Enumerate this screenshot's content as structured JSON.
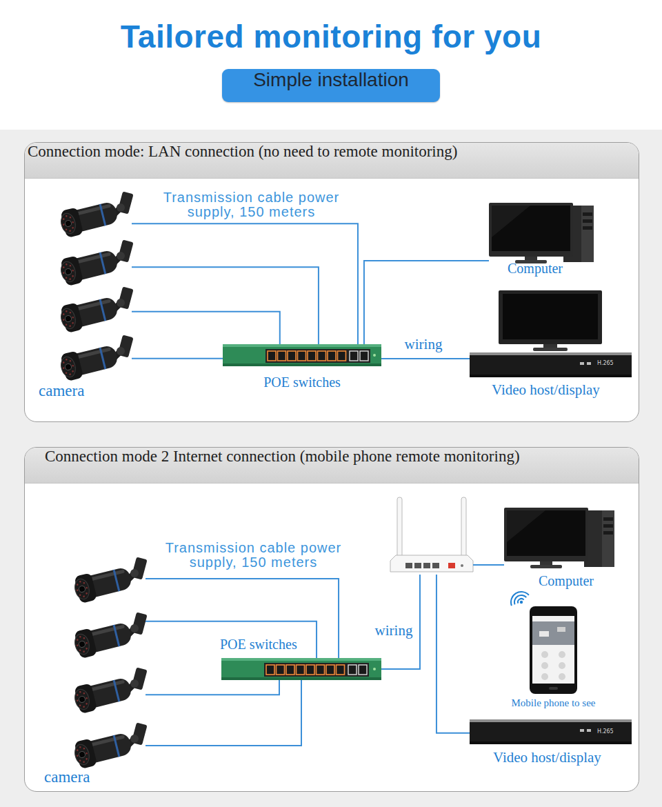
{
  "diagram": {
    "title": "Tailored monitoring for you",
    "nodes": [
      {
        "text": [
          "Simple installation"
        ]
      },
      {
        "text": [
          "Connection mode: LAN connection (no need to remote monitoring)"
        ]
      },
      {
        "text": [],
        "in": 1
      },
      {
        "text": [],
        "in": 1
      },
      {
        "text": [],
        "in": 1
      },
      {
        "text": [
          "camera"
        ],
        "in": 1
      },
      {
        "text": [
          "POE switches"
        ],
        "in": 1
      },
      {
        "text": [
          "Computer"
        ],
        "in": 1
      },
      {
        "text": [
          "Video host/display"
        ],
        "in": 1
      },
      {
        "text": [
          "Connection mode 2 Internet connection (mobile phone remote monitoring)"
        ]
      },
      {
        "text": [],
        "in": 9
      },
      {
        "text": [],
        "in": 9
      },
      {
        "text": [],
        "in": 9
      },
      {
        "text": [
          "camera"
        ],
        "in": 9
      },
      {
        "text": [
          "POE switches"
        ],
        "in": 9
      },
      {
        "text": [],
        "in": 9
      },
      {
        "text": [
          "Computer"
        ],
        "in": 9
      },
      {
        "text": [
          "Mobile phone to see"
        ],
        "in": 9
      },
      {
        "text": [
          "Video host/display"
        ],
        "in": 9
      }
    ],
    "edges": [
      {
        "from": 2,
        "to": 6,
        "arrow": "none",
        "label": "Transmission cable power supply, 150 meters"
      },
      {
        "from": 3,
        "to": 6,
        "arrow": "none"
      },
      {
        "from": 4,
        "to": 6,
        "arrow": "none"
      },
      {
        "from": 5,
        "to": 6,
        "arrow": "none"
      },
      {
        "from": 6,
        "to": 7,
        "arrow": "none"
      },
      {
        "from": 6,
        "to": 8,
        "arrow": "none",
        "label": "wiring"
      },
      {
        "from": 10,
        "to": 14,
        "arrow": "none",
        "label": "Transmission cable power supply, 150 meters"
      },
      {
        "from": 11,
        "to": 14,
        "arrow": "none"
      },
      {
        "from": 12,
        "to": 14,
        "arrow": "none"
      },
      {
        "from": 13,
        "to": 14,
        "arrow": "none"
      },
      {
        "from": 14,
        "to": 15,
        "arrow": "none",
        "label": "wiring"
      },
      {
        "from": 15,
        "to": 16,
        "arrow": "none"
      },
      {
        "from": 15,
        "to": 18,
        "arrow": "none"
      }
    ],
    "labels": [
      "H.265",
      "H.265"
    ]
  }
}
